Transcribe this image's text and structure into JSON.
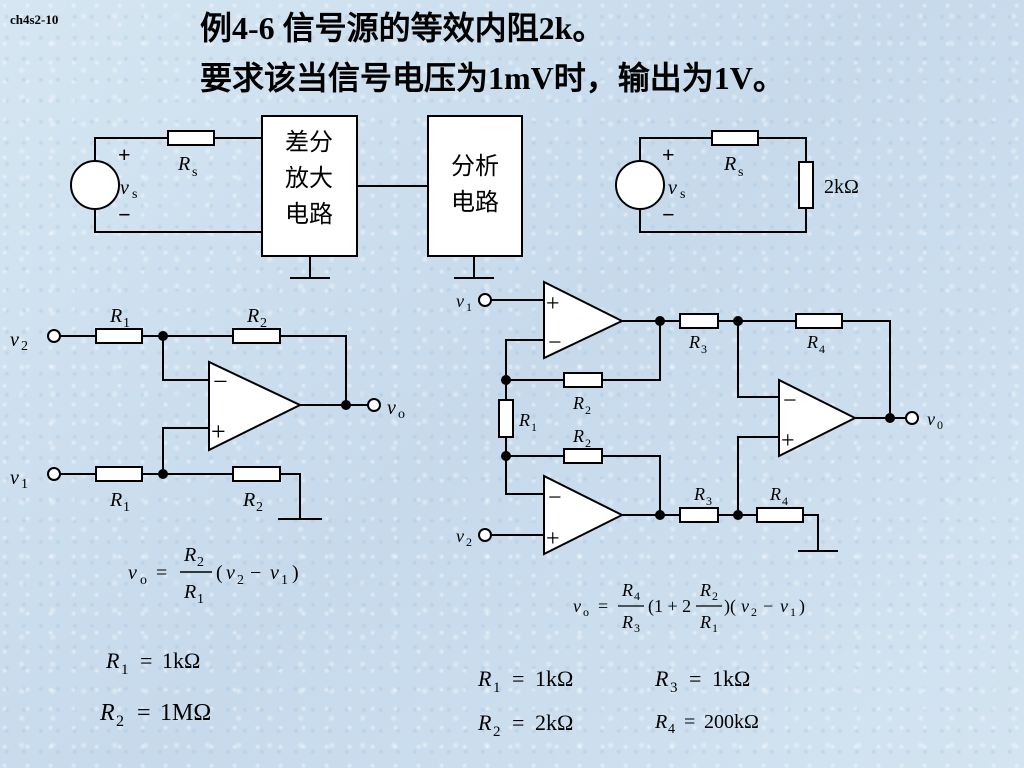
{
  "slide_tag": "ch4s2-10",
  "title_line1": "例4-6 信号源的等效内阻2k。",
  "title_line2": "要求该当信号电压为1mV时，输出为1V。",
  "blocks": {
    "diff_amp": [
      "差分",
      "放大",
      "电路"
    ],
    "analysis": [
      "分析",
      "电路"
    ]
  },
  "labels": {
    "R": "R",
    "v": "v",
    "sub_s": "s",
    "sub_1": "1",
    "sub_2": "2",
    "sub_3": "3",
    "sub_4": "4",
    "sub_o": "o",
    "sub_0": "0",
    "plus": "+",
    "minus": "−",
    "load_2k": "2kΩ"
  },
  "formulas": {
    "left": {
      "lhs": "v",
      "lhs_sub": "o",
      "eq": "=",
      "num": "R",
      "num_sub": "2",
      "den": "R",
      "den_sub": "1",
      "rest_open": "(",
      "v2": "v",
      "v2_sub": "2",
      "op": "−",
      "v1": "v",
      "v1_sub": "1",
      "rest_close": ")"
    },
    "right": {
      "lhs": "v",
      "lhs_sub": "o",
      "eq": "=",
      "frac1_num": "R",
      "frac1_num_sub": "4",
      "frac1_den": "R",
      "frac1_den_sub": "3",
      "mid": "(1 + 2",
      "frac2_num": "R",
      "frac2_num_sub": "2",
      "frac2_den": "R",
      "frac2_den_sub": "1",
      "tail_open": ")(",
      "v2": "v",
      "v2_sub": "2",
      "op": "−",
      "v1": "v",
      "v1_sub": "1",
      "tail_close": ")"
    }
  },
  "values_left": [
    {
      "sym": "R",
      "sub": "1",
      "eq": "=",
      "val": "1kΩ"
    },
    {
      "sym": "R",
      "sub": "2",
      "eq": "=",
      "val": "1MΩ"
    }
  ],
  "values_right": [
    {
      "sym": "R",
      "sub": "1",
      "eq": "=",
      "val": "1kΩ"
    },
    {
      "sym": "R",
      "sub": "3",
      "eq": "=",
      "val": "1kΩ"
    },
    {
      "sym": "R",
      "sub": "2",
      "eq": "=",
      "val": "2kΩ"
    },
    {
      "sym": "R",
      "sub": "4",
      "eq": "=",
      "val": "200kΩ"
    }
  ]
}
